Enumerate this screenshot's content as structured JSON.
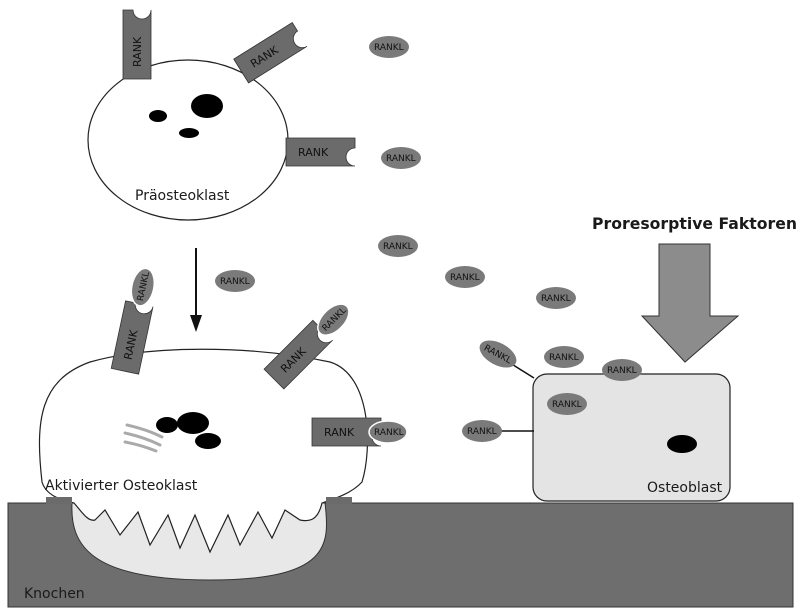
{
  "labels": {
    "preosteoclast": "Präosteoklast",
    "active_osteoclast": "Aktivierter Osteoklast",
    "osteoblast": "Osteoblast",
    "bone": "Knochen",
    "proresorptive": "Proresorptive Faktoren"
  },
  "receptor": {
    "name": "RANK"
  },
  "ligand": {
    "name": "RANKL"
  },
  "colors": {
    "receptor": "#6b6b6b",
    "ligand": "#7a7a7a",
    "bone": "#6e6e6e",
    "osteoblast": "#e4e4e4",
    "arrow_big": "#8c8c8c",
    "nucleus": "#000000"
  }
}
